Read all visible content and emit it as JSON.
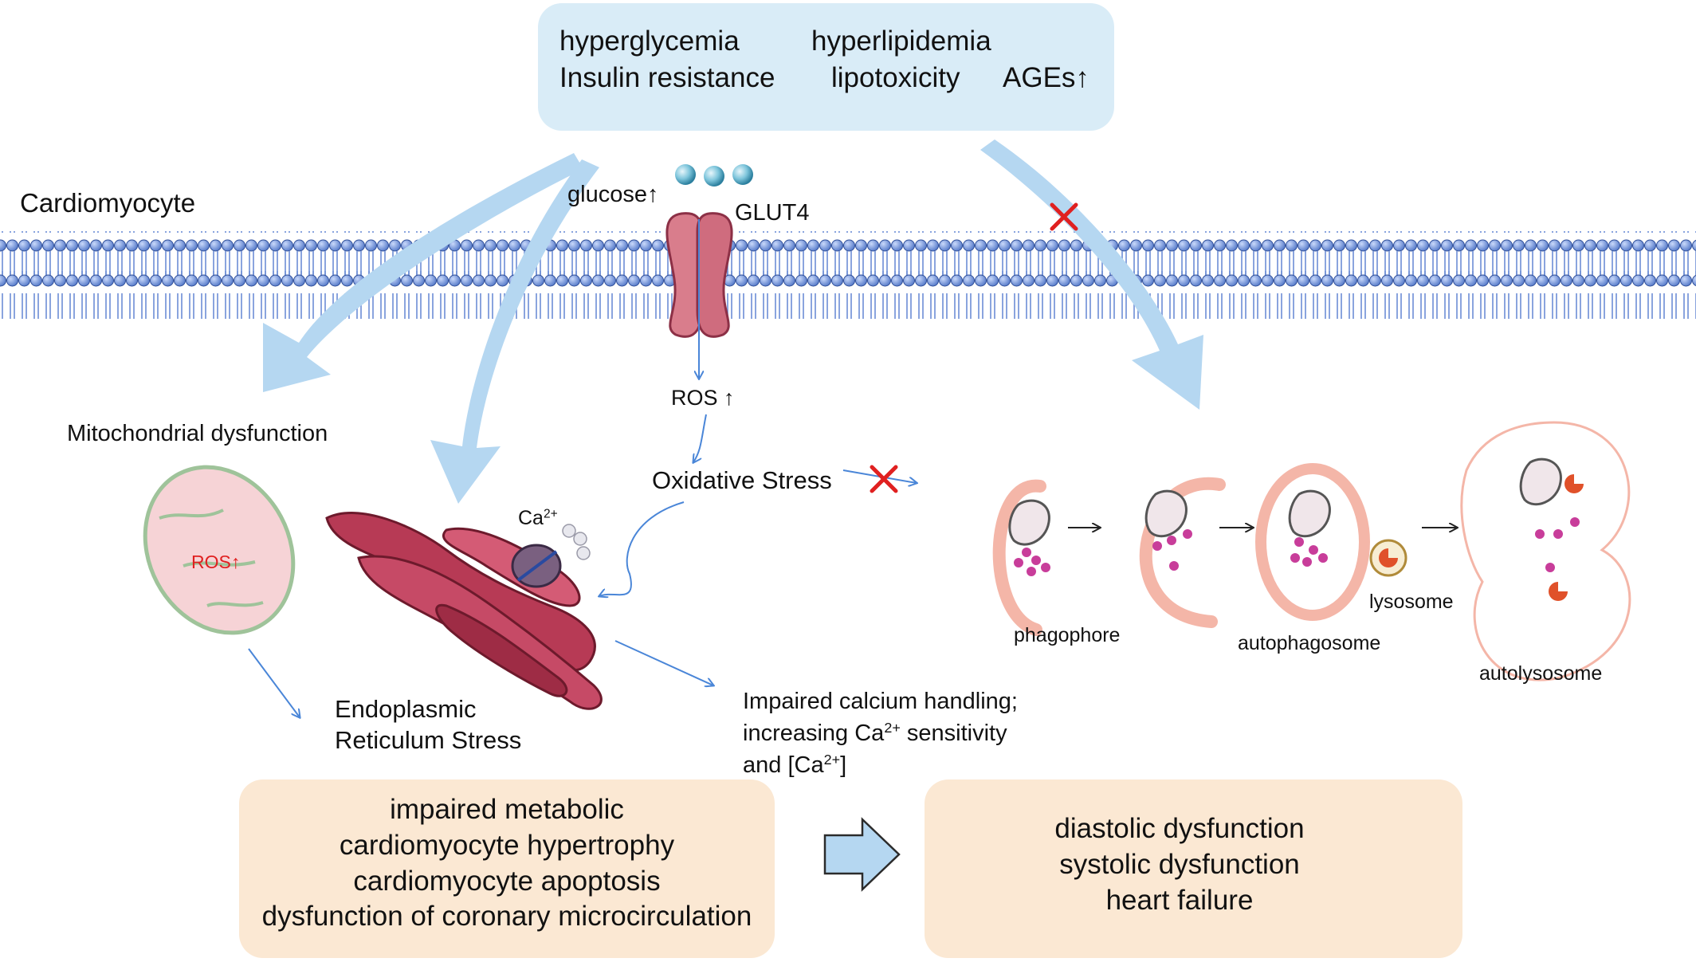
{
  "cell_label": "Cardiomyocyte",
  "top_box": {
    "row1": [
      "hyperglycemia",
      "hyperlipidemia"
    ],
    "row2": [
      "Insulin resistance",
      "lipotoxicity",
      "AGEs"
    ],
    "ages_arrow": "↑"
  },
  "glucose": {
    "label": "glucose",
    "arrow": "↑"
  },
  "transporter": "GLUT4",
  "ros": {
    "label": "ROS",
    "arrow": "↑"
  },
  "oxidative_stress": "Oxidative Stress",
  "mitochondria": {
    "title": "Mitochondrial dysfunction",
    "inner_label": "ROS",
    "inner_arrow": "↑"
  },
  "er": {
    "line1": "Endoplasmic",
    "line2": "Reticulum Stress",
    "ca_label": "Ca",
    "ca_sup": "2+"
  },
  "calcium": {
    "line1": "Impaired calcium handling;",
    "line2_pre": "increasing Ca",
    "line2_sup": "2+",
    "line2_post": " sensitivity",
    "line3_pre": "and [Ca",
    "line3_sup": "2+",
    "line3_post": "]"
  },
  "autophagy": {
    "phagophore": "phagophore",
    "autophagosome": "autophagosome",
    "lysosome": "lysosome",
    "autolysosome": "autolysosome"
  },
  "outcomes_left": [
    "impaired metabolic",
    "cardiomyocyte hypertrophy",
    "cardiomyocyte apoptosis",
    "dysfunction of coronary microcirculation"
  ],
  "outcomes_right": [
    "diastolic dysfunction",
    "systolic dysfunction",
    "heart failure"
  ],
  "colors": {
    "top_box": "#d9ecf7",
    "outcome_box": "#fbe8d3",
    "big_arrow": "#b5d7f1",
    "membrane": "#4f79c9",
    "glut4": "#d97d8c",
    "er": "#b73a55",
    "block_x": "#e02020",
    "thin_arrow": "#4a86d8"
  }
}
